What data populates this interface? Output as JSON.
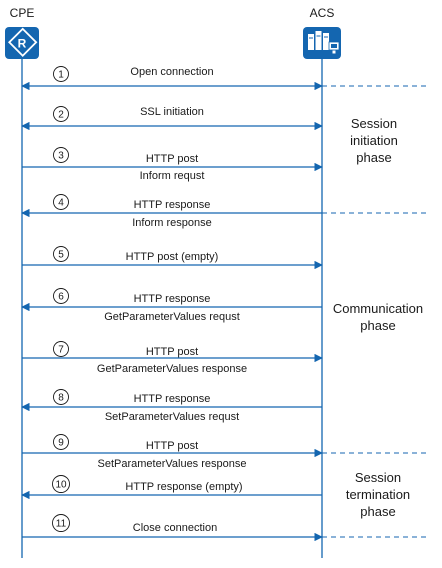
{
  "colors": {
    "line": "#1466b0",
    "icon_bg": "#1466b0",
    "text": "#1a1a1a"
  },
  "header": {
    "cpe_label": "CPE",
    "acs_label": "ACS",
    "cpe_icon": "router-icon",
    "acs_icon": "server-icon"
  },
  "messages": [
    {
      "num": "1",
      "direction": "both",
      "top": "Open connection",
      "bottom": "",
      "dashed": true
    },
    {
      "num": "2",
      "direction": "both",
      "top": "SSL initiation",
      "bottom": "",
      "dashed": false
    },
    {
      "num": "3",
      "direction": "right",
      "top": "HTTP post",
      "bottom": "Inform requst",
      "dashed": false
    },
    {
      "num": "4",
      "direction": "left",
      "top": "HTTP response",
      "bottom": "Inform response",
      "dashed": true
    },
    {
      "num": "5",
      "direction": "right",
      "top": "HTTP post (empty)",
      "bottom": "",
      "dashed": false
    },
    {
      "num": "6",
      "direction": "left",
      "top": "HTTP response",
      "bottom": "GetParameterValues requst",
      "dashed": false
    },
    {
      "num": "7",
      "direction": "right",
      "top": "HTTP post",
      "bottom": "GetParameterValues response",
      "dashed": false
    },
    {
      "num": "8",
      "direction": "left",
      "top": "HTTP response",
      "bottom": "SetParameterValues requst",
      "dashed": false
    },
    {
      "num": "9",
      "direction": "right",
      "top": "HTTP post",
      "bottom": "SetParameterValues response",
      "dashed": true
    },
    {
      "num": "10",
      "direction": "left",
      "top": "HTTP response (empty)",
      "bottom": "",
      "dashed": false
    },
    {
      "num": "11",
      "direction": "right",
      "top": "Close connection",
      "bottom": "",
      "dashed": true
    }
  ],
  "phases": [
    {
      "lines": [
        "Session",
        "initiation",
        "phase"
      ]
    },
    {
      "lines": [
        "Communication",
        "phase"
      ]
    },
    {
      "lines": [
        "Session",
        "termination",
        "phase"
      ]
    }
  ]
}
